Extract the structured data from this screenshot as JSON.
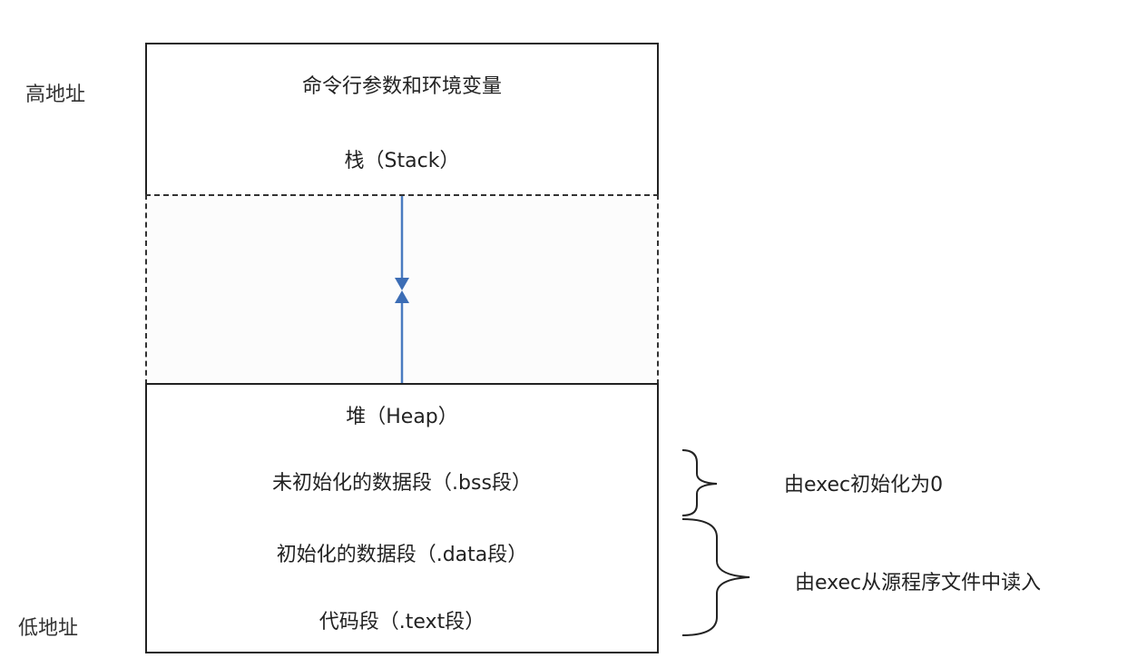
{
  "labels": {
    "high_address": "高地址",
    "low_address": "低地址"
  },
  "segments": {
    "env": "命令行参数和环境变量",
    "stack": "栈（Stack）",
    "heap": "堆（Heap）",
    "bss": "未初始化的数据段（.bss段）",
    "data": "初始化的数据段（.data段）",
    "text": "代码段（.text段）"
  },
  "notes": {
    "bss_init": "由exec初始化为0",
    "read_from_file": "由exec从源程序文件中读入"
  },
  "colors": {
    "arrow": "#4a7bc0",
    "border": "#222222"
  }
}
